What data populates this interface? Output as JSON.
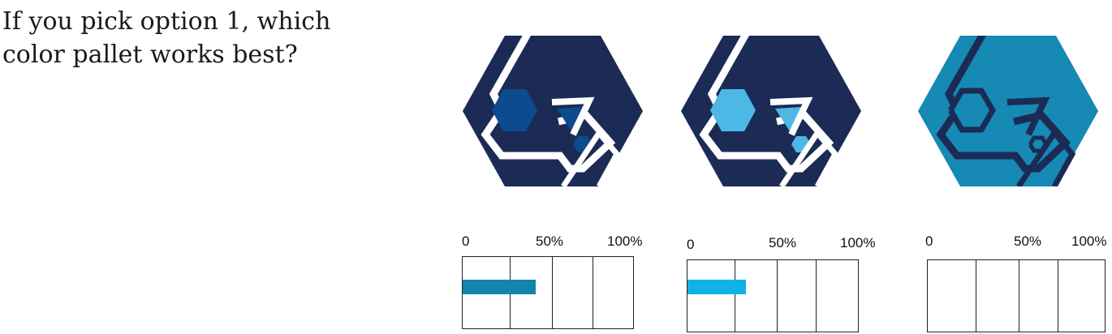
{
  "question": {
    "line1": "If you pick option 1, which",
    "line2": "color pallet works best?"
  },
  "options": [
    {
      "name": "dark-blue-option",
      "colors": {
        "hex_bg": "#1b2b55",
        "line": "#ffffff",
        "big_hex": "#0d4b8f",
        "triangle": "#0d4b8f",
        "small_hex": "#0d4b8f"
      },
      "scale": {
        "min": "0",
        "mid": "50%",
        "max": "100%"
      },
      "vote_fraction": 0.45,
      "bar_color": "#1485aa"
    },
    {
      "name": "light-blue-option",
      "colors": {
        "hex_bg": "#1b2b55",
        "line": "#ffffff",
        "big_hex": "#4db8e6",
        "triangle": "#4db8e6",
        "small_hex": "#4db8e6"
      },
      "scale": {
        "min": "0",
        "mid": "50%",
        "max": "100%"
      },
      "vote_fraction": 0.36,
      "bar_color": "#0fb2e4"
    },
    {
      "name": "teal-option",
      "colors": {
        "hex_bg": "#1689b4",
        "line": "#1b2b55",
        "big_hex": "#1689b4",
        "triangle": "#1689b4",
        "small_hex": "#1689b4"
      },
      "scale": {
        "min": "0",
        "mid": "50%",
        "max": "100%"
      },
      "vote_fraction": 0,
      "bar_color": "#1485aa"
    }
  ]
}
